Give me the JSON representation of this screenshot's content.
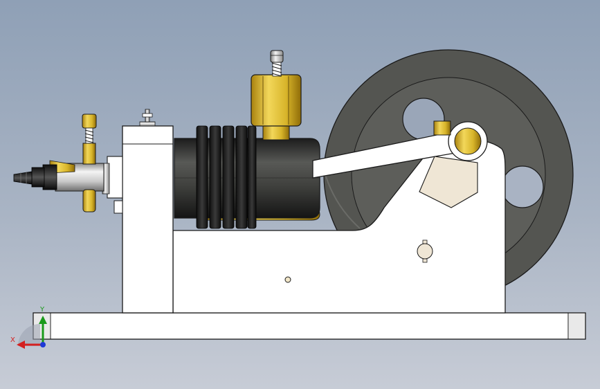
{
  "view": {
    "background_top": "#8fa0b6",
    "background_bottom": "#c7ccd6"
  },
  "model": {
    "parts": [
      "base-plate",
      "engine-frame",
      "flywheel",
      "cylinder",
      "fins",
      "connecting-rod",
      "crank-pin",
      "crank-arm",
      "oil-cup",
      "screw-cap",
      "carburetor",
      "fuel-nipple",
      "needle-valve",
      "gauge-dial",
      "mount-hole"
    ],
    "colors": {
      "body": "#ffffff",
      "outline": "#1a1a1a",
      "flywheel": "#5b5c58",
      "cylinder": "#3e3f3c",
      "brass": "#d8b52a",
      "crank_arm": "#efe6d5"
    }
  },
  "triad": {
    "x_label": "X",
    "y_label": "Y",
    "x_color": "#d42020",
    "y_color": "#1a9a1a",
    "z_color": "#1e3ad6"
  }
}
